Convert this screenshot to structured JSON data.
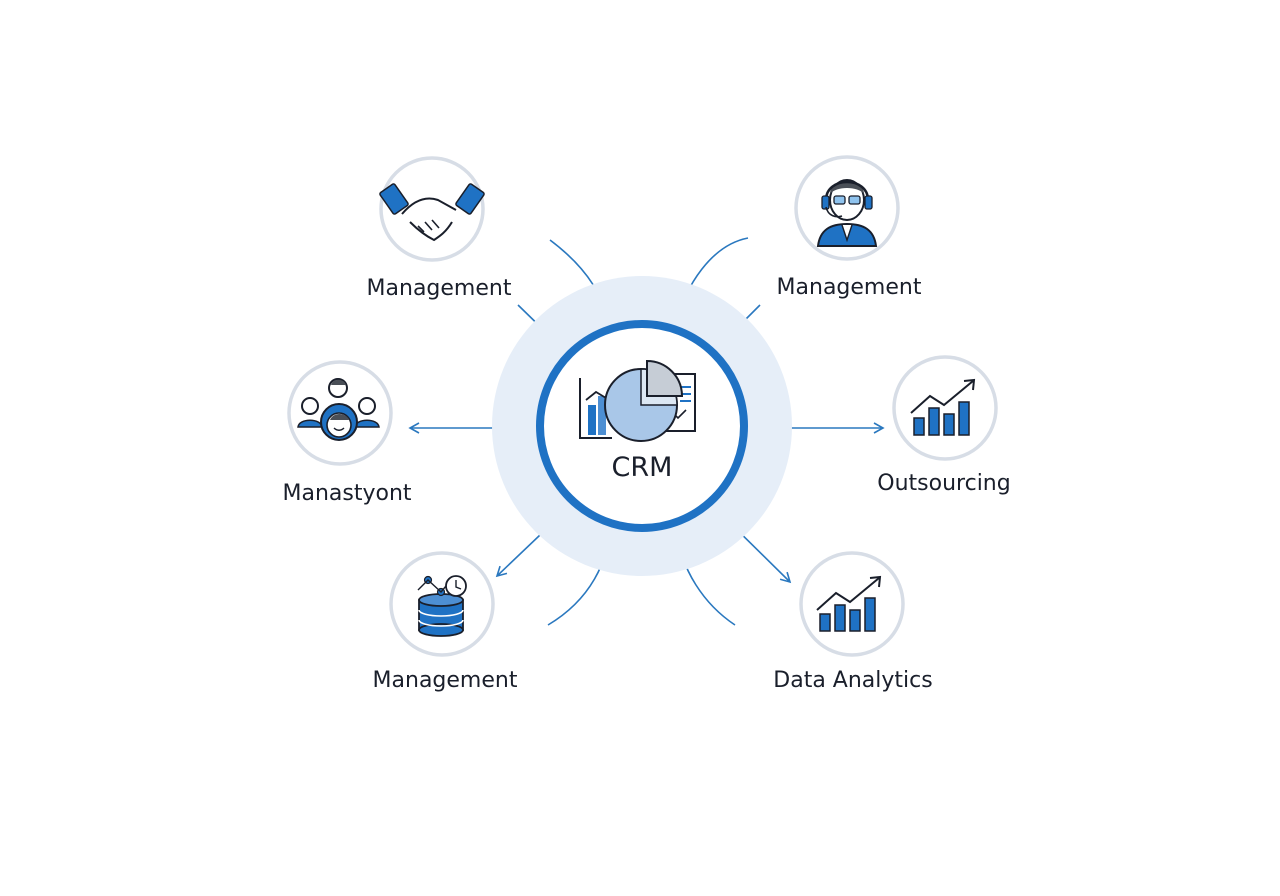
{
  "center": {
    "label": "CRM",
    "icon": "crm-dashboard-icon"
  },
  "nodes": [
    {
      "id": "top-left",
      "label": "Management",
      "icon": "handshake-icon"
    },
    {
      "id": "top-right",
      "label": "Management",
      "icon": "support-agent-icon"
    },
    {
      "id": "mid-left",
      "label": "Manastyont",
      "icon": "customer-group-icon"
    },
    {
      "id": "mid-right",
      "label": "Outsourcing",
      "icon": "growth-chart-icon"
    },
    {
      "id": "bottom-left",
      "label": "Management",
      "icon": "database-icon"
    },
    {
      "id": "bottom-right",
      "label": "Data Analytics",
      "icon": "analytics-chart-icon"
    }
  ],
  "colors": {
    "accent": "#1f72c4",
    "accent_light": "#4d8fd3",
    "halo": "#e6eef8",
    "node_ring": "#d7dde6",
    "arrow": "#2a78bf",
    "text": "#1a1f2b"
  }
}
